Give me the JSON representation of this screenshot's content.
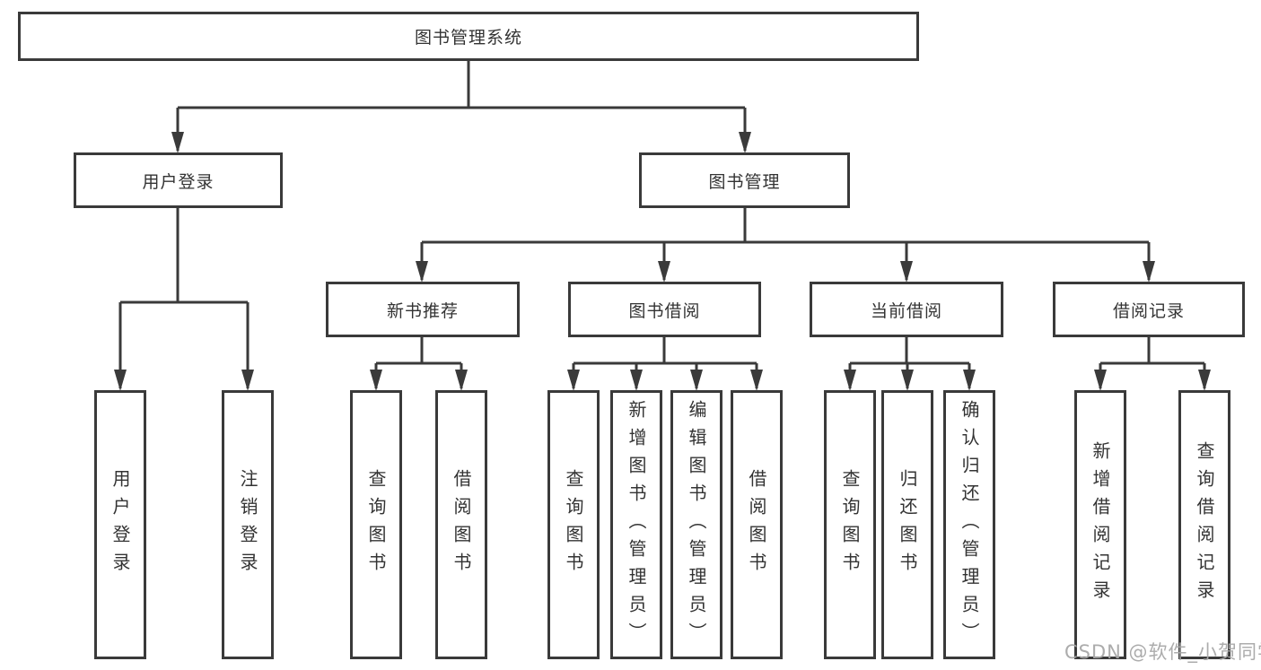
{
  "diagram": {
    "root": {
      "label": "图书管理系统"
    },
    "level2": [
      {
        "id": "user-login",
        "label": "用户登录"
      },
      {
        "id": "book-management",
        "label": "图书管理"
      }
    ],
    "level3": [
      {
        "id": "new-book-recommend",
        "label": "新书推荐"
      },
      {
        "id": "book-borrowing",
        "label": "图书借阅"
      },
      {
        "id": "current-borrowing",
        "label": "当前借阅"
      },
      {
        "id": "borrowing-records",
        "label": "借阅记录"
      }
    ],
    "leaves": [
      {
        "id": "user-login-action",
        "label": "用户登录",
        "parent": "user-login"
      },
      {
        "id": "logout-action",
        "label": "注销登录",
        "parent": "user-login"
      },
      {
        "id": "query-books-recommend",
        "label": "查询图书",
        "parent": "new-book-recommend"
      },
      {
        "id": "borrow-books-recommend",
        "label": "借阅图书",
        "parent": "new-book-recommend"
      },
      {
        "id": "query-books-borrowing",
        "label": "查询图书",
        "parent": "book-borrowing"
      },
      {
        "id": "add-books-admin",
        "label": "新增图书（管理员）",
        "parent": "book-borrowing"
      },
      {
        "id": "edit-books-admin",
        "label": "编辑图书（管理员）",
        "parent": "book-borrowing"
      },
      {
        "id": "borrow-books",
        "label": "借阅图书",
        "parent": "book-borrowing"
      },
      {
        "id": "query-books-current",
        "label": "查询图书",
        "parent": "current-borrowing"
      },
      {
        "id": "return-books",
        "label": "归还图书",
        "parent": "current-borrowing"
      },
      {
        "id": "confirm-return-admin",
        "label": "确认归还（管理员）",
        "parent": "current-borrowing"
      },
      {
        "id": "add-borrow-record",
        "label": "新增借阅记录",
        "parent": "borrowing-records"
      },
      {
        "id": "query-borrow-record",
        "label": "查询借阅记录",
        "parent": "borrowing-records"
      }
    ]
  },
  "watermark": {
    "text": "CSDN @软件_小贺同学"
  },
  "colors": {
    "line": "#3a3a3a",
    "box_border": "#3a3a3a",
    "text": "#333333",
    "watermark": "#a8a8a8",
    "background": "#ffffff"
  }
}
